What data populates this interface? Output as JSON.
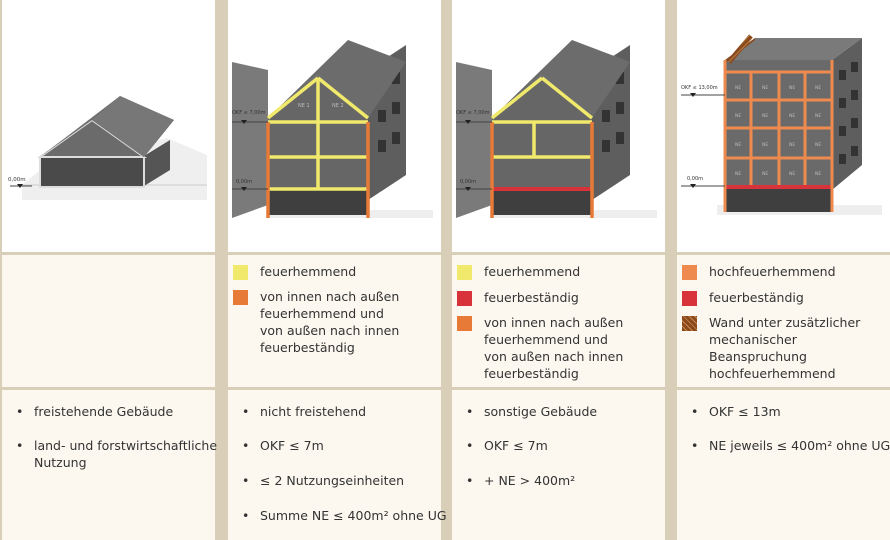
{
  "colors": {
    "feuerhemmend": "#f1e96c",
    "kombi": "#e87a38",
    "feuerbestaendig": "#d8323a",
    "hochfeuerhemmend": "#ee8a4e",
    "wand": "#8b4a1d"
  },
  "drawing": {
    "ground_level": "0,00m",
    "okf_7": "OKF ≤ 7,00m",
    "okf_13": "OKF ≤ 13,00m",
    "unit_label": "NE",
    "unit_label_1": "NE 1",
    "unit_label_2": "NE 2"
  },
  "columns": [
    {
      "legend": [],
      "notes": [
        {
          "text": "freistehende Gebäude"
        },
        {
          "text": "land- und forstwirtschaftliche",
          "text2": "Nutzung"
        }
      ]
    },
    {
      "legend": [
        {
          "color": "#f1e96c",
          "lines": [
            "feuerhemmend"
          ]
        },
        {
          "color": "#e87a38",
          "lines": [
            "von innen nach außen",
            "feuerhemmend und",
            "von außen nach innen",
            "feuerbeständig"
          ]
        }
      ],
      "notes": [
        {
          "text": "nicht freistehend"
        },
        {
          "text": "OKF ≤ 7m"
        },
        {
          "text": "≤ 2 Nutzungseinheiten"
        },
        {
          "text": "Summe NE ≤ 400m² ohne UG"
        }
      ]
    },
    {
      "legend": [
        {
          "color": "#f1e96c",
          "lines": [
            "feuerhemmend"
          ]
        },
        {
          "color": "#d8323a",
          "lines": [
            "feuerbeständig"
          ]
        },
        {
          "color": "#e87a38",
          "lines": [
            "von innen nach außen",
            "feuerhemmend und",
            "von außen nach innen",
            "feuerbeständig"
          ]
        }
      ],
      "notes": [
        {
          "text": "sonstige Gebäude"
        },
        {
          "text": "OKF ≤ 7m"
        },
        {
          "text": "+ NE > 400m²"
        }
      ]
    },
    {
      "legend": [
        {
          "color": "#ee8a4e",
          "lines": [
            "hochfeuerhemmend"
          ]
        },
        {
          "color": "#d8323a",
          "lines": [
            "feuerbeständig"
          ]
        },
        {
          "color": "#8b4a1d",
          "hatch": true,
          "lines": [
            "Wand unter zusätzlicher",
            "mechanischer Beanspruchung",
            "hochfeuerhemmend"
          ]
        }
      ],
      "notes": [
        {
          "text": "OKF ≤ 13m"
        },
        {
          "text": "NE jeweils ≤ 400m² ohne UG"
        }
      ]
    }
  ]
}
